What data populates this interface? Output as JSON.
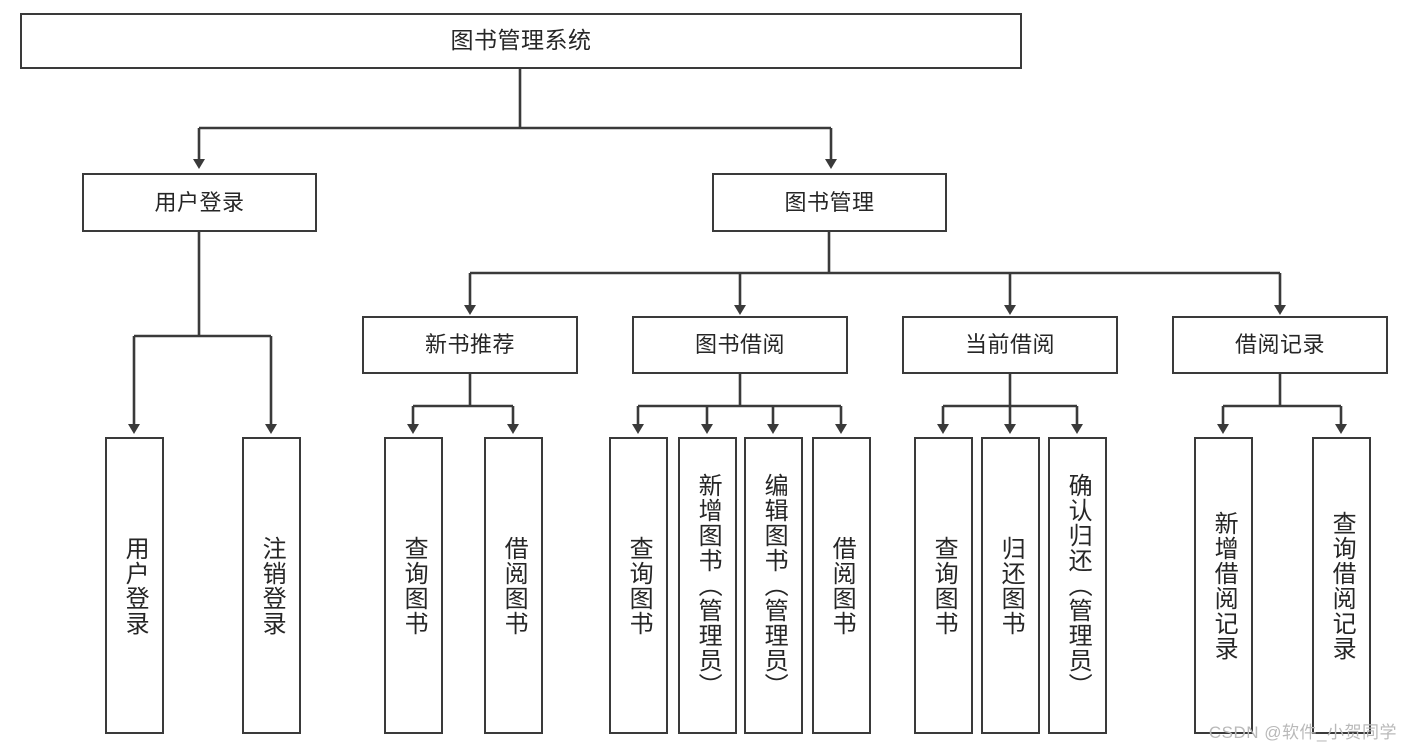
{
  "diagram": {
    "title": "图书管理系统",
    "type": "tree-hierarchy",
    "watermark": "CSDN @软件_小贺同学",
    "colors": {
      "box_border": "#3a3a3a",
      "box_fill": "#ffffff",
      "text": "#262626",
      "edge": "#3a3a3a",
      "watermark": "#b9b9b9",
      "background": "#ffffff"
    },
    "root": {
      "label": "图书管理系统"
    },
    "level2": [
      {
        "label": "用户登录"
      },
      {
        "label": "图书管理"
      }
    ],
    "level3": [
      {
        "label": "新书推荐"
      },
      {
        "label": "图书借阅"
      },
      {
        "label": "当前借阅"
      },
      {
        "label": "借阅记录"
      }
    ],
    "leaves": [
      {
        "label": "用户登录",
        "parent": "用户登录"
      },
      {
        "label": "注销登录",
        "parent": "用户登录"
      },
      {
        "label": "查询图书",
        "parent": "新书推荐"
      },
      {
        "label": "借阅图书",
        "parent": "新书推荐"
      },
      {
        "label": "查询图书",
        "parent": "图书借阅"
      },
      {
        "label": "新增图书（管理员）",
        "parent": "图书借阅"
      },
      {
        "label": "编辑图书（管理员）",
        "parent": "图书借阅"
      },
      {
        "label": "借阅图书",
        "parent": "图书借阅"
      },
      {
        "label": "查询图书",
        "parent": "当前借阅"
      },
      {
        "label": "归还图书",
        "parent": "当前借阅"
      },
      {
        "label": "确认归还（管理员）",
        "parent": "当前借阅"
      },
      {
        "label": "新增借阅记录",
        "parent": "借阅记录"
      },
      {
        "label": "查询借阅记录",
        "parent": "借阅记录"
      }
    ]
  }
}
